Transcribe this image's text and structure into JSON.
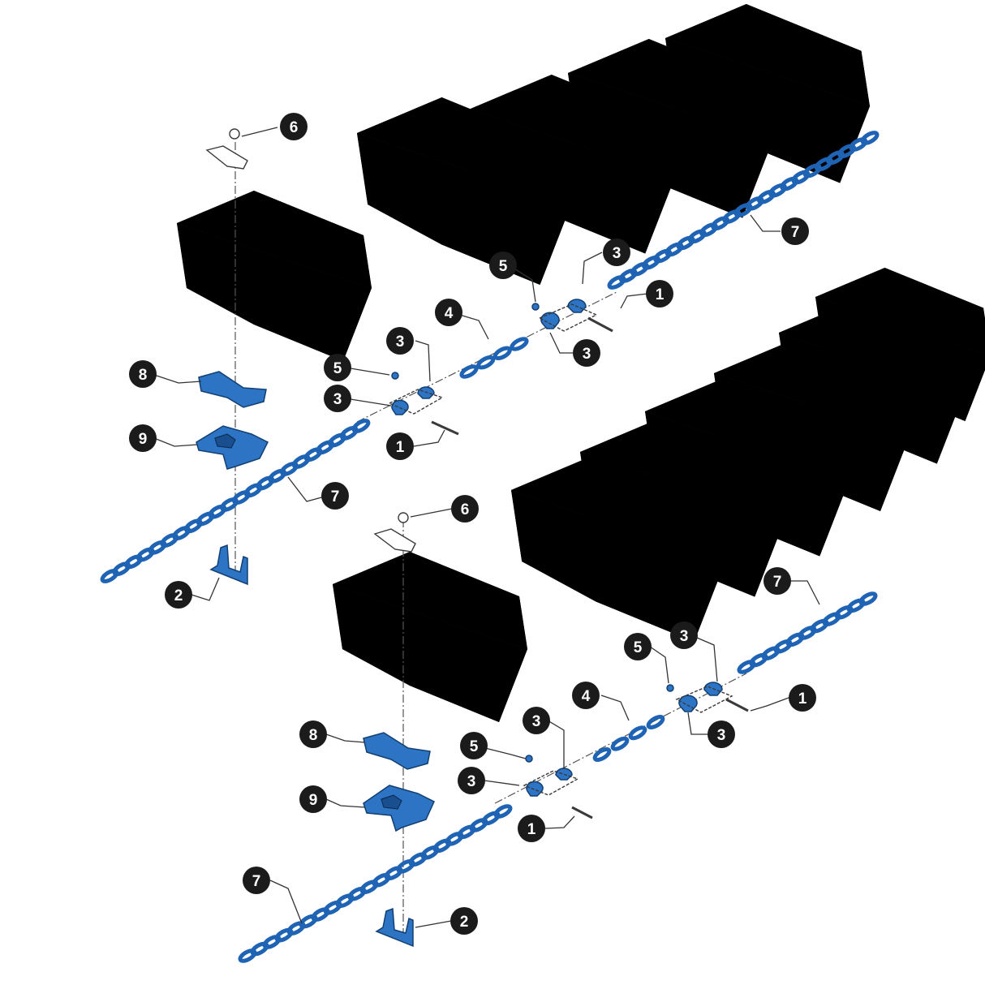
{
  "diagram": {
    "callouts": [
      {
        "number": "6"
      },
      {
        "number": "7"
      },
      {
        "number": "5"
      },
      {
        "number": "3"
      },
      {
        "number": "1"
      },
      {
        "number": "4"
      },
      {
        "number": "3"
      },
      {
        "number": "3"
      },
      {
        "number": "5"
      },
      {
        "number": "8"
      },
      {
        "number": "3"
      },
      {
        "number": "9"
      },
      {
        "number": "1"
      },
      {
        "number": "7"
      },
      {
        "number": "6"
      },
      {
        "number": "2"
      },
      {
        "number": "7"
      },
      {
        "number": "3"
      },
      {
        "number": "5"
      },
      {
        "number": "4"
      },
      {
        "number": "1"
      },
      {
        "number": "3"
      },
      {
        "number": "3"
      },
      {
        "number": "8"
      },
      {
        "number": "5"
      },
      {
        "number": "3"
      },
      {
        "number": "9"
      },
      {
        "number": "1"
      },
      {
        "number": "7"
      },
      {
        "number": "2"
      }
    ],
    "colors": {
      "chain": "#1f63b4",
      "highlight_part": "#2d74c4",
      "line_art": "#3a3a3a",
      "callout_fill": "#1b1b1b",
      "callout_text": "#ffffff"
    }
  }
}
